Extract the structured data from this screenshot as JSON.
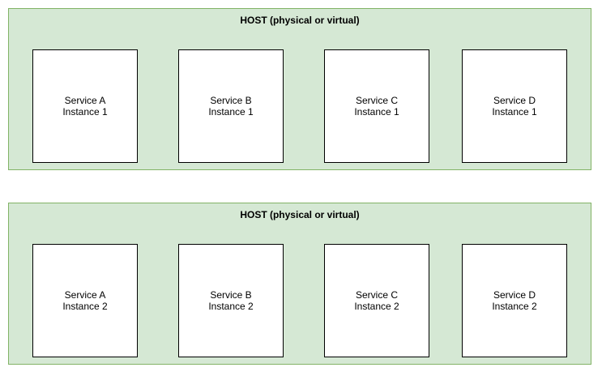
{
  "hosts": [
    {
      "title": "HOST (physical or virtual)",
      "services": [
        {
          "name": "Service A",
          "instance": "Instance 1"
        },
        {
          "name": "Service B",
          "instance": "Instance 1"
        },
        {
          "name": "Service C",
          "instance": "Instance 1"
        },
        {
          "name": "Service D",
          "instance": "Instance 1"
        }
      ]
    },
    {
      "title": "HOST (physical or virtual)",
      "services": [
        {
          "name": "Service A",
          "instance": "Instance 2"
        },
        {
          "name": "Service B",
          "instance": "Instance 2"
        },
        {
          "name": "Service C",
          "instance": "Instance 2"
        },
        {
          "name": "Service D",
          "instance": "Instance 2"
        }
      ]
    }
  ],
  "colors": {
    "host_fill": "#d5e8d4",
    "host_border": "#82b366",
    "service_fill": "#ffffff",
    "service_border": "#000000"
  }
}
